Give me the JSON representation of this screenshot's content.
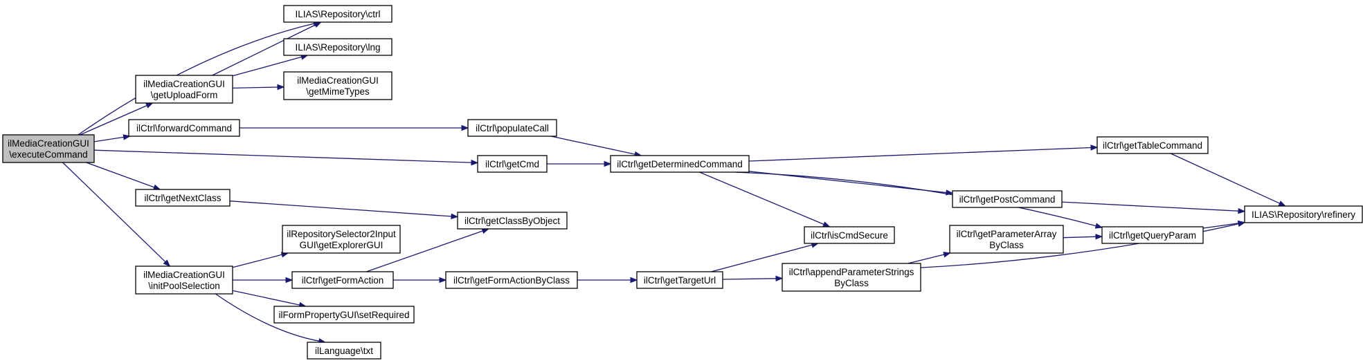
{
  "diagram": {
    "colors": {
      "edge": "#191970",
      "root_fill": "#bfbfbf",
      "node_fill": "#ffffff",
      "node_border": "#000000"
    },
    "nodes": {
      "root": [
        "ilMediaCreationGUI",
        "\\executeCommand"
      ],
      "ilias_ctrl": [
        "ILIAS\\Repository\\ctrl"
      ],
      "ilias_lng": [
        "ILIAS\\Repository\\lng"
      ],
      "get_mime_types": [
        "ilMediaCreationGUI",
        "\\getMimeTypes"
      ],
      "get_upload_form": [
        "ilMediaCreationGUI",
        "\\getUploadForm"
      ],
      "forward_command": [
        "ilCtrl\\forwardCommand"
      ],
      "populate_call": [
        "ilCtrl\\populateCall"
      ],
      "get_cmd": [
        "ilCtrl\\getCmd"
      ],
      "get_determined_command": [
        "ilCtrl\\getDeterminedCommand"
      ],
      "get_table_command": [
        "ilCtrl\\getTableCommand"
      ],
      "get_post_command": [
        "ilCtrl\\getPostCommand"
      ],
      "get_query_param": [
        "ilCtrl\\getQueryParam"
      ],
      "ilias_refinery": [
        "ILIAS\\Repository\\refinery"
      ],
      "get_next_class": [
        "ilCtrl\\getNextClass"
      ],
      "get_class_by_object": [
        "ilCtrl\\getClassByObject"
      ],
      "repo_selector": [
        "ilRepositorySelector2Input",
        "GUI\\getExplorerGUI"
      ],
      "init_pool_selection": [
        "ilMediaCreationGUI",
        "\\initPoolSelection"
      ],
      "is_cmd_secure": [
        "ilCtrl\\isCmdSecure"
      ],
      "get_parameter_array": [
        "ilCtrl\\getParameterArray",
        "ByClass"
      ],
      "get_form_action": [
        "ilCtrl\\getFormAction"
      ],
      "get_form_action_by_class": [
        "ilCtrl\\getFormActionByClass"
      ],
      "get_target_url": [
        "ilCtrl\\getTargetUrl"
      ],
      "append_parameter_strings": [
        "ilCtrl\\appendParameterStrings",
        "ByClass"
      ],
      "set_required": [
        "ilFormPropertyGUI\\setRequired"
      ],
      "language_txt": [
        "ilLanguage\\txt"
      ]
    }
  }
}
